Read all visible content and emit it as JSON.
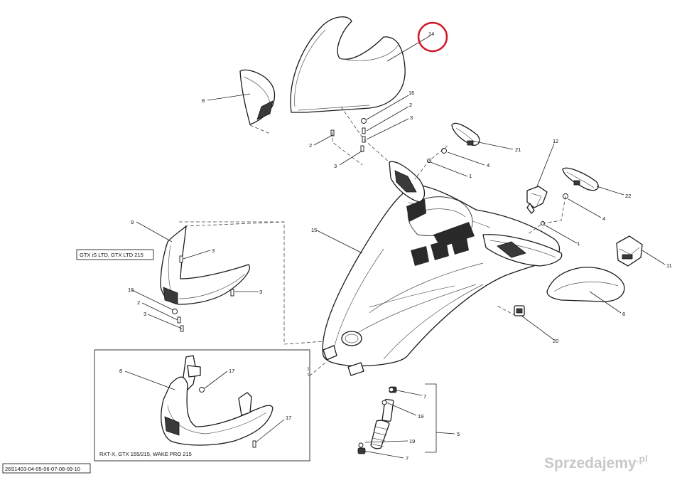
{
  "diagram_code": "26S1403-04-05-06-07-08-09-10",
  "box_labels": {
    "gtx_ltd": "GTX iS LTD, GTX LTD 215",
    "rxt": "RXT-X, GTX 155/215, WAKE PRO 215"
  },
  "callouts": {
    "c14": "14",
    "c8_top": "8",
    "c16_top": "16",
    "c2_top_right": "2",
    "c3_top_right": "3",
    "c2_top_left": "2",
    "c3_top_left": "3",
    "c21": "21",
    "c4_top": "4",
    "c1_top": "1",
    "c12": "12",
    "c22": "22",
    "c4_mid": "4",
    "c1_mid": "1",
    "c11": "11",
    "c6": "6",
    "c20": "20",
    "c15": "15",
    "c9": "9",
    "c3_mid_a": "3",
    "c3_mid_b": "3",
    "c16_mid": "16",
    "c2_mid": "2",
    "c3_mid_c": "3",
    "c8_box": "8",
    "c17_a": "17",
    "c17_b": "17",
    "c7_a": "7",
    "c19_a": "19",
    "c5": "5",
    "c19_b": "19",
    "c7_b": "7"
  },
  "watermark": {
    "text": "Sprzedajemy",
    "suffix": ".pl"
  },
  "colors": {
    "highlight": "#d11a2a",
    "line": "#1a1a1a",
    "watermark": "#c8c8c8"
  }
}
